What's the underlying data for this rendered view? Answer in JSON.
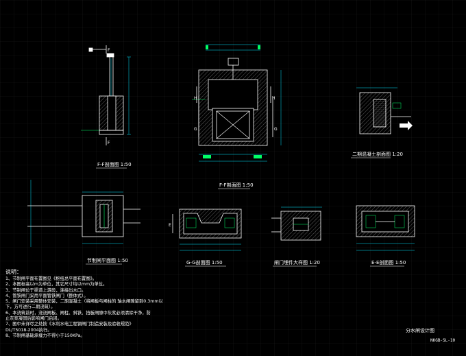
{
  "drawing": {
    "sheet_title": "分水闸设计图",
    "sheet_number": "NKGB-SL-10"
  },
  "views": {
    "section_ff": "F-F剖面图 1:50",
    "elevation": "F-F剖面图 1:50",
    "plan": "节制闸平面图 1:50",
    "section_gg": "G-G剖面图 1:50",
    "detail": "二期混凝土剖面图 1:20",
    "section_tb": "闸门埋件大样图 1:20",
    "section_ee": "E-E剖面图 1:50"
  },
  "labels": {
    "F": "F",
    "G": "G",
    "E": "E",
    "H": "H"
  },
  "notes": {
    "title": "说明：",
    "lines": [
      "1、节制闸平面布置图见《枢纽总平面布置图》。",
      "2、本图标高以m为单位，其它尺寸均以mm为单位。",
      "3、节制闸位于渠道上游段，连接出水口。",
      "4、管铁闸门采用平面管铁闸门（整体式）。",
      "5、闸门安装采用整体安装，二期混凝土（将闸板与闸柱的 轴水闸隙留到0.3mm以",
      "    下，方可进行二期浇筑）。",
      "6、本浇筑前时，浇浇闸板、闸柱、斜铁、挡板闸隙中灰浆必须清除干净，防",
      "    止灰浆凝固后影响闸门启闭。",
      "7、图中未详尽之处按《水利水电工程钢闸门制造安装及验收规范》",
      "    DL/T5018-2004执行。",
      "8、节制闸基础承载力不得小于150KPa。"
    ]
  }
}
